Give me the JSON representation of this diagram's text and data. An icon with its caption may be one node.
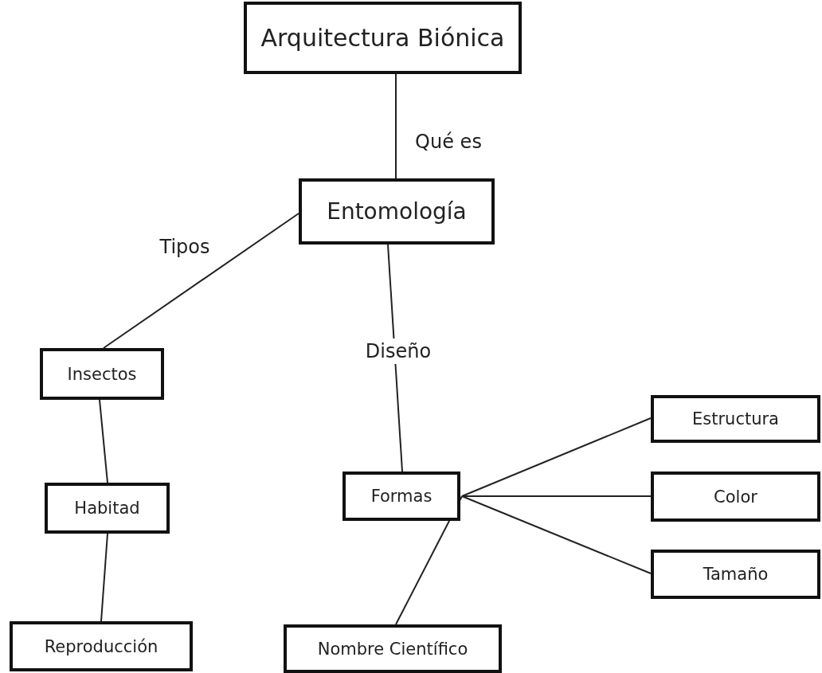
{
  "diagram": {
    "nodes": [
      {
        "text": [
          "Arquitectura Biónica"
        ]
      },
      {
        "text": [
          "Entomología"
        ]
      },
      {
        "text": [
          "Insectos"
        ]
      },
      {
        "text": [
          "Habitad"
        ]
      },
      {
        "text": [
          "Reproducción"
        ]
      },
      {
        "text": [
          "Formas"
        ]
      },
      {
        "text": [
          "Nombre Científico"
        ]
      },
      {
        "text": [
          "Estructura"
        ]
      },
      {
        "text": [
          "Color"
        ]
      },
      {
        "text": [
          "Tamaño"
        ]
      }
    ],
    "edges": [
      {
        "from": 0,
        "to": 1,
        "arrow": "none",
        "label": "Qué es"
      },
      {
        "from": 1,
        "to": 2,
        "arrow": "none",
        "label": "Tipos"
      },
      {
        "from": 1,
        "to": 5,
        "arrow": "none",
        "label": "Diseño"
      },
      {
        "from": 2,
        "to": 3,
        "arrow": "none"
      },
      {
        "from": 3,
        "to": 4,
        "arrow": "none"
      },
      {
        "from": 5,
        "to": 6,
        "arrow": "none"
      },
      {
        "from": 5,
        "to": 7,
        "arrow": "none"
      },
      {
        "from": 5,
        "to": 8,
        "arrow": "none"
      },
      {
        "from": 5,
        "to": 9,
        "arrow": "none"
      }
    ]
  }
}
